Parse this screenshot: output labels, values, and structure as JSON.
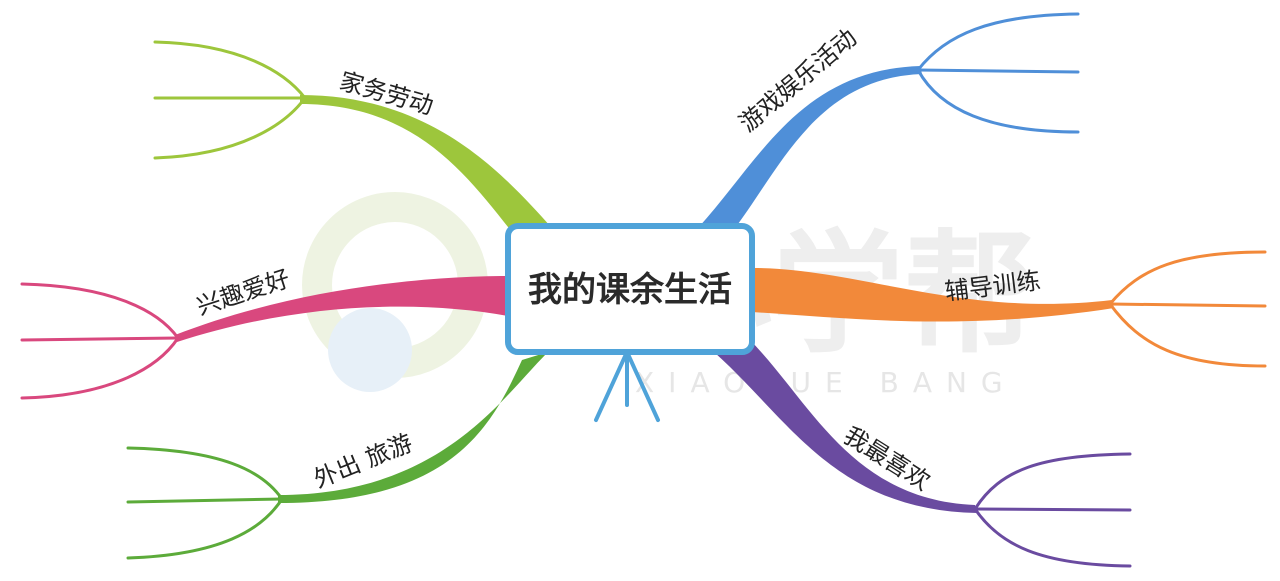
{
  "center": {
    "title": "我的课余生活"
  },
  "watermark": {
    "chinese": "小学帮",
    "pinyin": "XIAOXUE BANG"
  },
  "branches": [
    {
      "id": "housework",
      "label": "家务劳动",
      "color": "#9dc63c"
    },
    {
      "id": "hobbies",
      "label": "兴趣爱好",
      "color": "#d9487e"
    },
    {
      "id": "travel",
      "label": "外出 旅游",
      "color": "#5cab3a"
    },
    {
      "id": "games",
      "label": "游戏娱乐活动",
      "color": "#4f8fd8"
    },
    {
      "id": "tutoring",
      "label": "辅导训练",
      "color": "#f2893a"
    },
    {
      "id": "favorite",
      "label": "我最喜欢",
      "color": "#6a4ba0"
    }
  ],
  "colors": {
    "center_border": "#4fa3d9",
    "stand": "#4fa3d9"
  }
}
